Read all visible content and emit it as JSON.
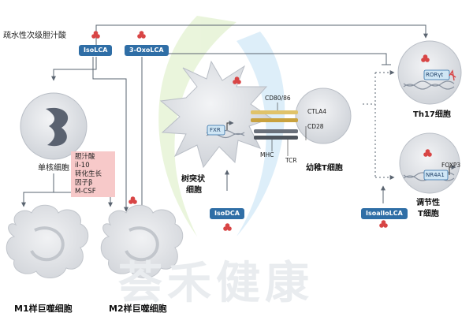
{
  "header": {
    "title": "疏水性次级胆汁酸"
  },
  "compounds": {
    "isolca": "IsoLCA",
    "oxolca": "3-OxoLCA",
    "isodca": "IsoDCA",
    "isoallolca": "IsoalloLCA"
  },
  "cells": {
    "monocyte": "单核细胞",
    "dendritic_line1": "树突状",
    "dendritic_line2": "细胞",
    "naive_t": "幼稚T细胞",
    "th17": "Th17细胞",
    "treg_line1": "调节性",
    "treg_line2": "T细胞",
    "m1": "M1样巨噬细胞",
    "m2": "M2样巨噬细胞"
  },
  "factors": [
    "胆汁酸",
    "il-10",
    "转化生长",
    "因子β",
    "M-CSF"
  ],
  "receptors": {
    "fxr": "FXR",
    "cd80_86": "CD80/86",
    "ctla4": "CTLA4",
    "cd28": "CD28",
    "mhc": "MHC",
    "tcr": "TCR",
    "roryt": "RORγt",
    "nr4a1": "NR4A1",
    "foxp3": "FOXP3"
  },
  "watermark": "荟禾健康",
  "colors": {
    "tag_bg": "#2f6ea6",
    "cell_fill": "#e4e6ea",
    "bile_acid": "#d84545",
    "factor_box": "#f7c9c9",
    "arrow": "#5a6470"
  }
}
